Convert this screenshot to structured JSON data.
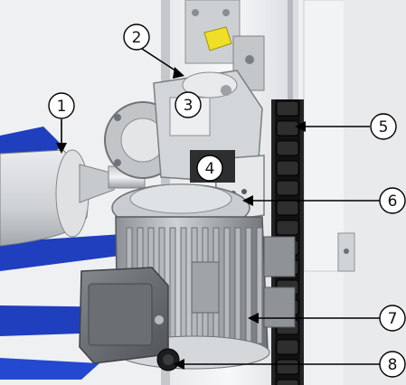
{
  "figure": {
    "callouts": [
      {
        "label": "1"
      },
      {
        "label": "2"
      },
      {
        "label": "3"
      },
      {
        "label": "4"
      },
      {
        "label": "5"
      },
      {
        "label": "6"
      },
      {
        "label": "7"
      },
      {
        "label": "8"
      }
    ]
  },
  "colors": {
    "blade_blue": "#1f3fbf",
    "metal_light": "#d7d9dc",
    "metal_mid": "#a7abaf",
    "metal_dark": "#5e6266",
    "chain_black": "#1b1b1b",
    "accent_yellow": "#f0df27"
  }
}
